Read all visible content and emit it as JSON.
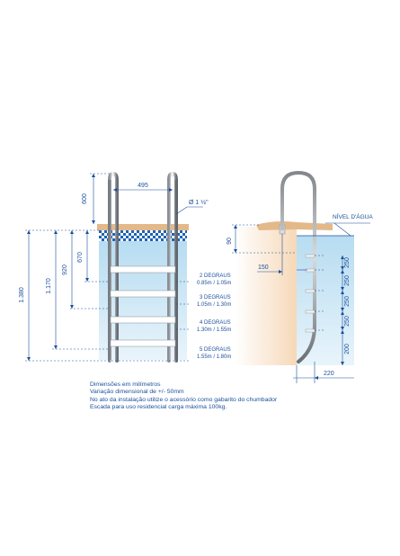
{
  "left_view": {
    "width_dim": "495",
    "pipe_label": "Ø 1 ½\"",
    "height_above": "600",
    "heights": [
      "1.380",
      "1.170",
      "920",
      "670"
    ],
    "steps": [
      {
        "title": "2 DEGRAUS",
        "range": "0.85m / 1.05m"
      },
      {
        "title": "3 DEGRAUS",
        "range": "1.05m / 1.30m"
      },
      {
        "title": "4 DEGRAUS",
        "range": "1.30m / 1.55m"
      },
      {
        "title": "5 DEGRAUS",
        "range": "1.55m / 1.80m"
      }
    ]
  },
  "right_view": {
    "water_label": "NÍVEL D'ÁGUA",
    "top_dim": "90",
    "offset_dim": "150",
    "step_spacing": [
      "250",
      "250",
      "250",
      "250",
      "200"
    ],
    "bottom_dim": "220"
  },
  "notes": [
    "Dimensões em milímetros",
    "Variação dimensional de +/- 50mm",
    "No ato da instalação utilize o acessório como gabarito do chumbador",
    "Escada para uso residencial carga máxima 100kg."
  ],
  "colors": {
    "water": "#cfe6f4",
    "deck": "#e3b98a",
    "wall": "#fbe9d6",
    "dim_text": "#1a4f9c",
    "tile_blue": "#1d63b5"
  }
}
